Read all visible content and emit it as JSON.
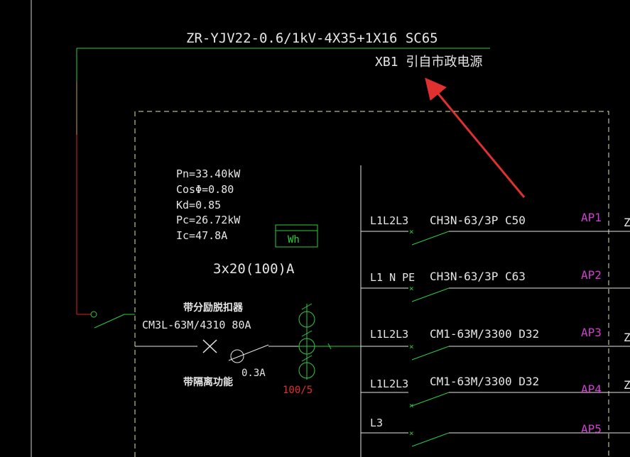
{
  "cable_spec": "ZR-YJV22-0.6/1kV-4X35+1X16  SC65",
  "source_label": "XB1  引自市政电源",
  "params": {
    "pn": "Pn=33.40kW",
    "cos": "CosΦ=0.80",
    "kd": "Kd=0.85",
    "pc": "Pc=26.72kW",
    "ic": "Ic=47.8A"
  },
  "meter": {
    "label": "Wh",
    "rating": "3x20(100)A"
  },
  "main_breaker": {
    "shunt_note": "带分励脱扣器",
    "model": "CM3L-63M/4310 80A",
    "leakage": "0.3A",
    "isolation_note": "带隔离功能"
  },
  "ct_ratio": "100/5",
  "circuits": [
    {
      "phases": "L1L2L3",
      "breaker": "CH3N-63/3P  C50",
      "panel": "AP1",
      "tail": "Z"
    },
    {
      "phases": "L1  N  PE",
      "breaker": "CH3N-63/3P  C63",
      "panel": "AP2",
      "tail": ""
    },
    {
      "phases": "L1L2L3",
      "breaker": "CM1-63M/3300  D32",
      "panel": "AP3",
      "tail": "Z"
    },
    {
      "phases": "L1L2L3",
      "breaker": "CM1-63M/3300  D32",
      "panel": "AP4",
      "tail": "Z"
    },
    {
      "phases": "L3",
      "breaker": "",
      "panel": "AP5",
      "tail": ""
    }
  ],
  "colors": {
    "background": "#000000",
    "text": "#e6e6e6",
    "wire_green": "#2ecc40",
    "wire_red": "#e02020",
    "enclosure_dash": "#e6e6a0",
    "panel_label": "#d040d0",
    "ct_ratio": "#e03030",
    "arrow": "#e03030"
  }
}
